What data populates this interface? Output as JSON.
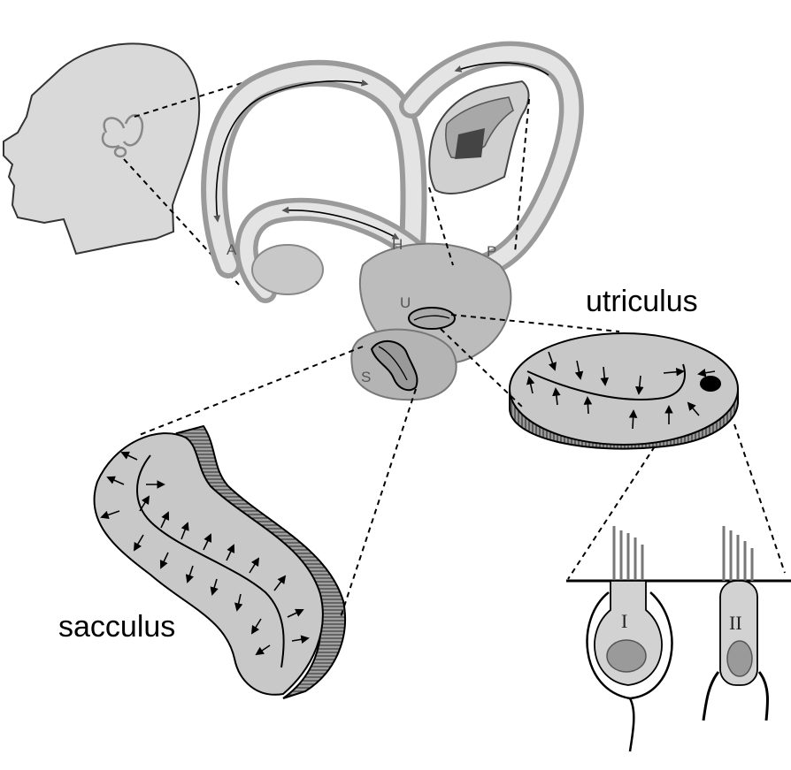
{
  "labels": {
    "utriculus": "utriculus",
    "sacculus": "sacculus",
    "canal_anterior": "A",
    "canal_horizontal": "H",
    "canal_posterior": "P",
    "utricle_marker": "U",
    "saccule_marker": "S",
    "hair_cell_type_1": "I",
    "hair_cell_type_2": "II"
  },
  "colors": {
    "tissue_gray": "#c8c8c8",
    "dark_gray": "#8a8a8a",
    "outline": "#000000",
    "head_fill": "#d9d9d9"
  }
}
